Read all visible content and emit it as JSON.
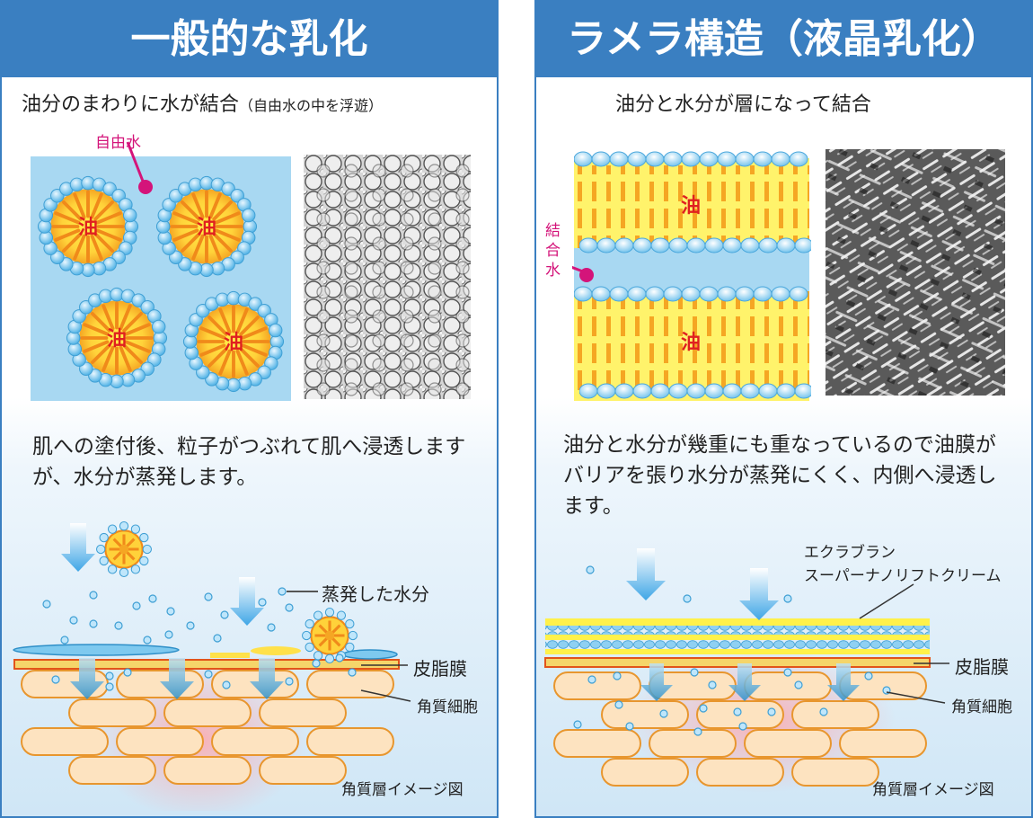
{
  "left": {
    "title": "一般的な乳化",
    "subtitle": "油分のまわりに水が結合",
    "subtitle_note": "（自由水の中を浮遊）",
    "free_water_label": "自由水",
    "oil_label": "油",
    "description": "肌への塗付後、粒子がつぶれて肌へ浸透しますが、水分が蒸発します。",
    "evaporated_label": "蒸発した水分",
    "sebum_label": "皮脂膜",
    "corneocyte_label": "角質細胞",
    "caption": "角質層イメージ図"
  },
  "right": {
    "title": "ラメラ構造（液晶乳化）",
    "subtitle": "油分と水分が層になって結合",
    "bound_water_label": "結合水",
    "oil_label": "油",
    "description": "油分と水分が幾重にも重なっているので油膜がバリアを張り水分が蒸発にくく、内側へ浸透します。",
    "product_label_line1": "エクラブラン",
    "product_label_line2": "スーパーナノリフトクリーム",
    "sebum_label": "皮脂膜",
    "corneocyte_label": "角質細胞",
    "caption": "角質層イメージ図"
  },
  "colors": {
    "header_blue": "#3a7fc1",
    "oil_orange": "#f5a623",
    "oil_yellow": "#fff14a",
    "water_blue": "#5cb8e8",
    "magenta": "#d4147a",
    "oil_text_red": "#e02020",
    "cell_fill": "#fde3c0",
    "cell_border": "#e8962e"
  }
}
